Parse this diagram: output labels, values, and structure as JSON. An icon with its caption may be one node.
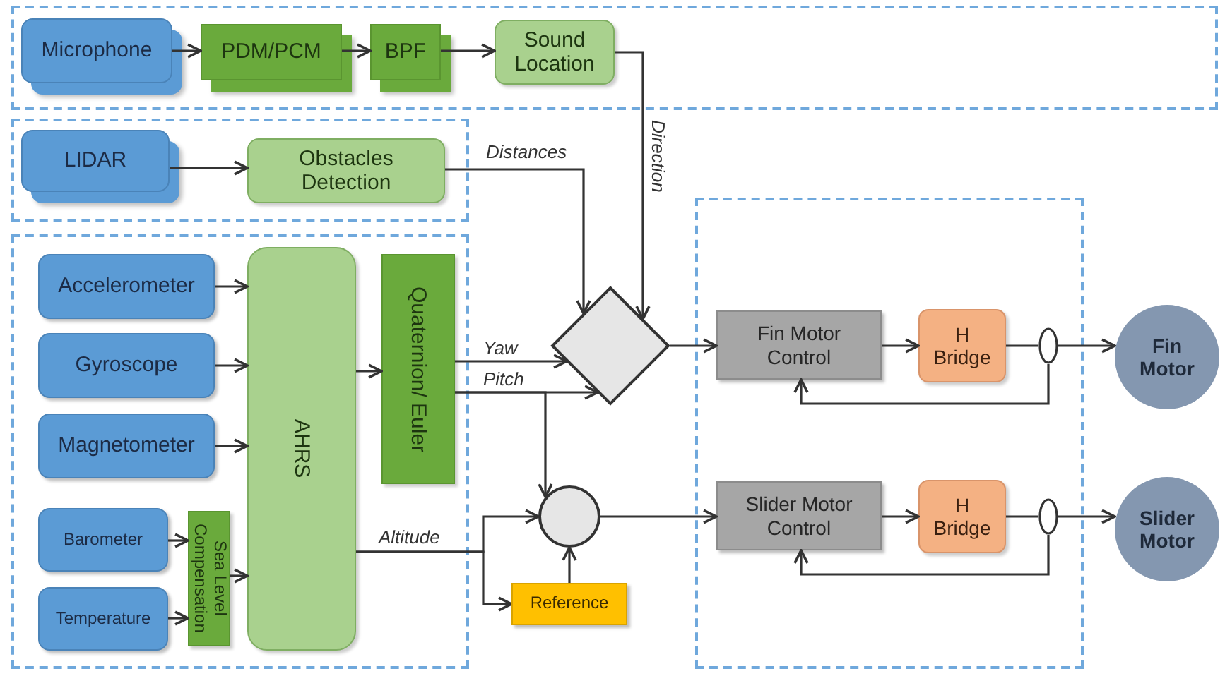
{
  "diagram": {
    "nodes": [
      {
        "text": [],
        "shape": "box"
      },
      {
        "text": [
          "Microphone"
        ],
        "in": 0
      },
      {
        "text": [
          "PDM/PCM"
        ],
        "in": 0
      },
      {
        "text": [
          "BPF"
        ],
        "in": 0
      },
      {
        "text": [
          "Sound Location"
        ],
        "in": 0
      },
      {
        "text": [],
        "shape": "box"
      },
      {
        "text": [
          "LIDAR"
        ],
        "in": 5
      },
      {
        "text": [
          "Obstacles Detection"
        ],
        "in": 5
      },
      {
        "text": [],
        "shape": "box"
      },
      {
        "text": [
          "Accelerometer"
        ],
        "in": 8
      },
      {
        "text": [
          "Gyroscope"
        ],
        "in": 8
      },
      {
        "text": [
          "Magnetometer"
        ],
        "in": 8
      },
      {
        "text": [
          "Barometer"
        ],
        "in": 8
      },
      {
        "text": [
          "Temperature"
        ],
        "in": 8
      },
      {
        "text": [
          "Sea Level Compensation"
        ],
        "in": 8
      },
      {
        "text": [
          "AHRS"
        ],
        "in": 8
      },
      {
        "text": [
          "Quaternion/ Euler"
        ],
        "in": 8
      },
      {
        "text": [],
        "shape": "diamond"
      },
      {
        "text": [],
        "shape": "circle"
      },
      {
        "text": [
          "Reference"
        ]
      },
      {
        "text": [],
        "shape": "box"
      },
      {
        "text": [
          "Fin Motor Control"
        ],
        "in": 20
      },
      {
        "text": [
          "H Bridge"
        ],
        "in": 20
      },
      {
        "text": [],
        "shape": "ellipse",
        "in": 20
      },
      {
        "text": [
          "Slider Motor Control"
        ],
        "in": 20
      },
      {
        "text": [
          "H Bridge"
        ],
        "in": 20
      },
      {
        "text": [],
        "shape": "ellipse",
        "in": 20
      },
      {
        "text": [
          "Fin Motor"
        ]
      },
      {
        "text": [
          "Slider Motor"
        ]
      }
    ],
    "edges": [
      {
        "from": 1,
        "to": 2,
        "arrow": "to"
      },
      {
        "from": 2,
        "to": 3,
        "arrow": "to"
      },
      {
        "from": 3,
        "to": 4,
        "arrow": "to"
      },
      {
        "from": 4,
        "to": 17,
        "arrow": "to",
        "label": "Direction"
      },
      {
        "from": 6,
        "to": 7,
        "arrow": "to"
      },
      {
        "from": 7,
        "to": 17,
        "arrow": "to",
        "label": "Distances"
      },
      {
        "from": 9,
        "to": 15,
        "arrow": "to"
      },
      {
        "from": 10,
        "to": 15,
        "arrow": "to"
      },
      {
        "from": 11,
        "to": 15,
        "arrow": "to"
      },
      {
        "from": 12,
        "to": 14,
        "arrow": "to"
      },
      {
        "from": 13,
        "to": 14,
        "arrow": "to"
      },
      {
        "from": 14,
        "to": 15,
        "arrow": "to"
      },
      {
        "from": 15,
        "to": 16,
        "arrow": "to"
      },
      {
        "from": 16,
        "to": 17,
        "arrow": "to",
        "label": "Yaw"
      },
      {
        "from": 16,
        "to": 17,
        "arrow": "to",
        "label": "Pitch"
      },
      {
        "from": 16,
        "to": 18,
        "arrow": "to"
      },
      {
        "from": 15,
        "to": 18,
        "arrow": "to",
        "label": "Altitude"
      },
      {
        "from": 15,
        "to": 19,
        "arrow": "to"
      },
      {
        "from": 19,
        "to": 18,
        "arrow": "to"
      },
      {
        "from": 17,
        "to": 21,
        "arrow": "to"
      },
      {
        "from": 18,
        "to": 24,
        "arrow": "to"
      },
      {
        "from": 21,
        "to": 22,
        "arrow": "to"
      },
      {
        "from": 22,
        "to": 23,
        "arrow": "none"
      },
      {
        "from": 23,
        "to": 27,
        "arrow": "to"
      },
      {
        "from": 23,
        "to": 21,
        "arrow": "to"
      },
      {
        "from": 24,
        "to": 25,
        "arrow": "to"
      },
      {
        "from": 25,
        "to": 26,
        "arrow": "none"
      },
      {
        "from": 26,
        "to": 28,
        "arrow": "to"
      },
      {
        "from": 26,
        "to": 24,
        "arrow": "to"
      }
    ]
  }
}
